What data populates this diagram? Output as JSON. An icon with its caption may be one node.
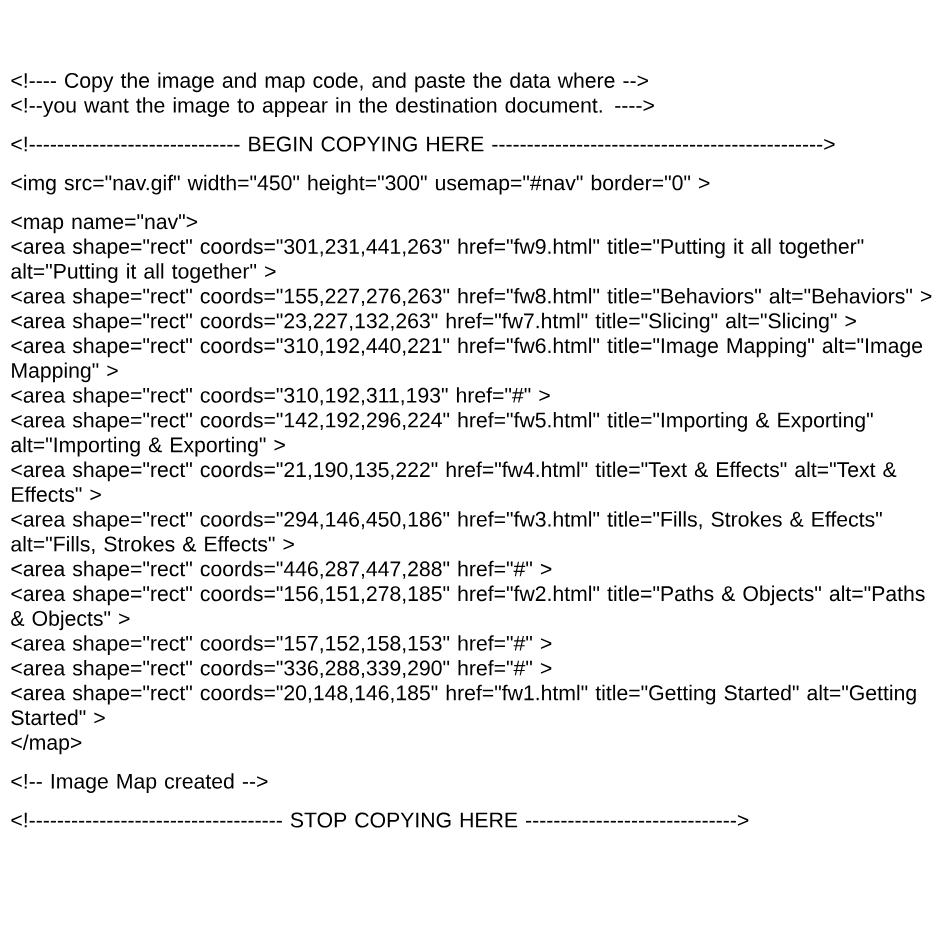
{
  "diagram": {
    "labels": [
      "<!---- Copy the image and map code, and paste the data where -->",
      "<!--you want the image to appear in the destination document. ---->",
      "<!------------------------------ BEGIN COPYING HERE ----------------------------------------------->",
      "<img src=\"nav.gif\" width=\"450\" height=\"300\" usemap=\"#nav\" border=\"0\" >",
      "<map name=\"nav\">",
      "<area shape=\"rect\" coords=\"301,231,441,263\" href=\"fw9.html\" title=\"Putting it all together\" alt=\"Putting it all together\" >",
      "<area shape=\"rect\" coords=\"155,227,276,263\" href=\"fw8.html\" title=\"Behaviors\" alt=\"Behaviors\" >",
      "<area shape=\"rect\" coords=\"23,227,132,263\" href=\"fw7.html\" title=\"Slicing\" alt=\"Slicing\" >",
      "<area shape=\"rect\" coords=\"310,192,440,221\" href=\"fw6.html\" title=\"Image Mapping\" alt=\"Image Mapping\" >",
      "<area shape=\"rect\" coords=\"310,192,311,193\" href=\"#\" >",
      "<area shape=\"rect\" coords=\"142,192,296,224\" href=\"fw5.html\" title=\"Importing & Exporting\" alt=\"Importing & Exporting\" >",
      "<area shape=\"rect\" coords=\"21,190,135,222\" href=\"fw4.html\" title=\"Text & Effects\" alt=\"Text & Effects\" >",
      "<area shape=\"rect\" coords=\"294,146,450,186\" href=\"fw3.html\" title=\"Fills, Strokes & Effects\" alt=\"Fills, Strokes & Effects\" >",
      "<area shape=\"rect\" coords=\"446,287,447,288\" href=\"#\" >",
      "<area shape=\"rect\" coords=\"156,151,278,185\" href=\"fw2.html\" title=\"Paths & Objects\" alt=\"Paths & Objects\" >",
      "<area shape=\"rect\" coords=\"157,152,158,153\" href=\"#\" >",
      "<area shape=\"rect\" coords=\"336,288,339,290\" href=\"#\" >",
      "<area shape=\"rect\" coords=\"20,148,146,185\" href=\"fw1.html\" title=\"Getting Started\" alt=\"Getting Started\" >",
      "</map>",
      "<!-- Image Map created -->",
      "<!------------------------------------ STOP COPYING HERE ------------------------------>"
    ]
  }
}
